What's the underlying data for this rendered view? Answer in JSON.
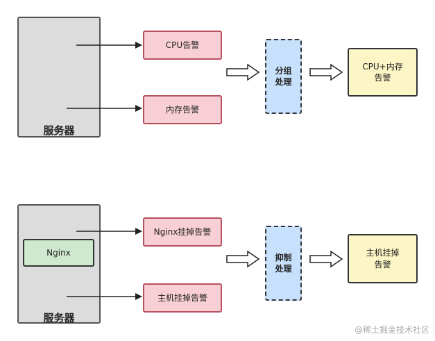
{
  "top": {
    "server_label": "服务器",
    "alert_cpu": "CPU告警",
    "alert_mem": "内存告警",
    "process_line1": "分组",
    "process_line2": "处理",
    "result_line1": "CPU+内存",
    "result_line2": "告警"
  },
  "bottom": {
    "server_label": "服务器",
    "nginx_label": "Nginx",
    "alert_nginx": "Nginx挂掉告警",
    "alert_host": "主机挂掉告警",
    "process_line1": "抑制",
    "process_line2": "处理",
    "result_line1": "主机挂掉",
    "result_line2": "告警"
  },
  "watermark": "@稀土掘金技术社区",
  "colors": {
    "server_fill": "#dcdcdc",
    "alert_fill": "#f8cfd5",
    "process_fill": "#c7e0fb",
    "result_fill": "#fcf5c6",
    "nginx_fill": "#cfe9cf"
  }
}
